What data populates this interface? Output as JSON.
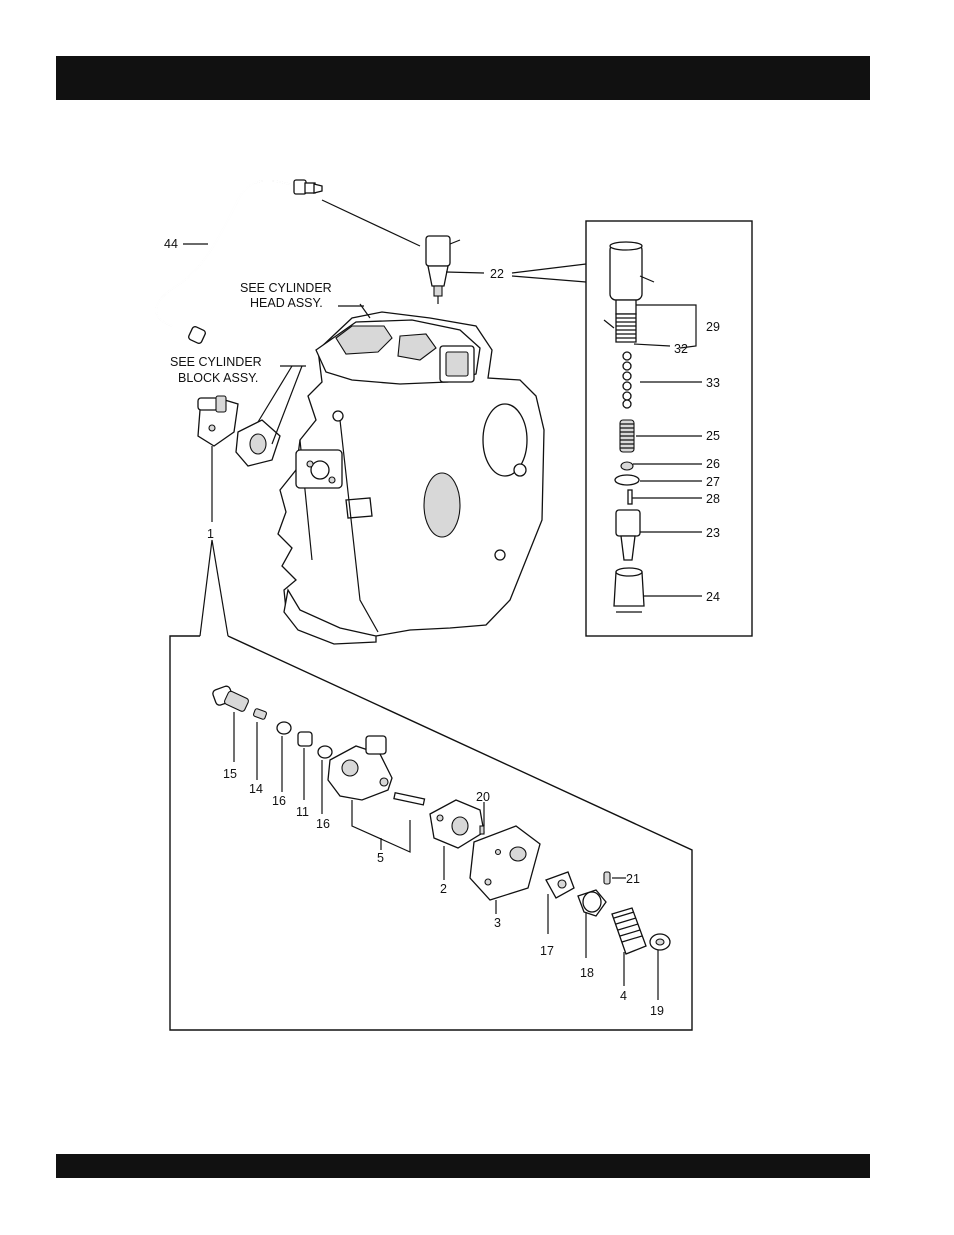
{
  "notes": {
    "see_head": [
      "SEE CYLINDER",
      "HEAD ASSY."
    ],
    "see_block": [
      "SEE CYLINDER",
      "BLOCK ASSY."
    ]
  },
  "callouts": {
    "n44": "44",
    "n22": "22",
    "n1": "1",
    "n29": "29",
    "n32": "32",
    "n33": "33",
    "n25": "25",
    "n26": "26",
    "n27": "27",
    "n28": "28",
    "n23": "23",
    "n24": "24",
    "n15": "15",
    "n14": "14",
    "n16a": "16",
    "n11": "11",
    "n16b": "16",
    "n5": "5",
    "n20": "20",
    "n2": "2",
    "n3": "3",
    "n21": "21",
    "n17": "17",
    "n18": "18",
    "n4": "4",
    "n19": "19"
  }
}
